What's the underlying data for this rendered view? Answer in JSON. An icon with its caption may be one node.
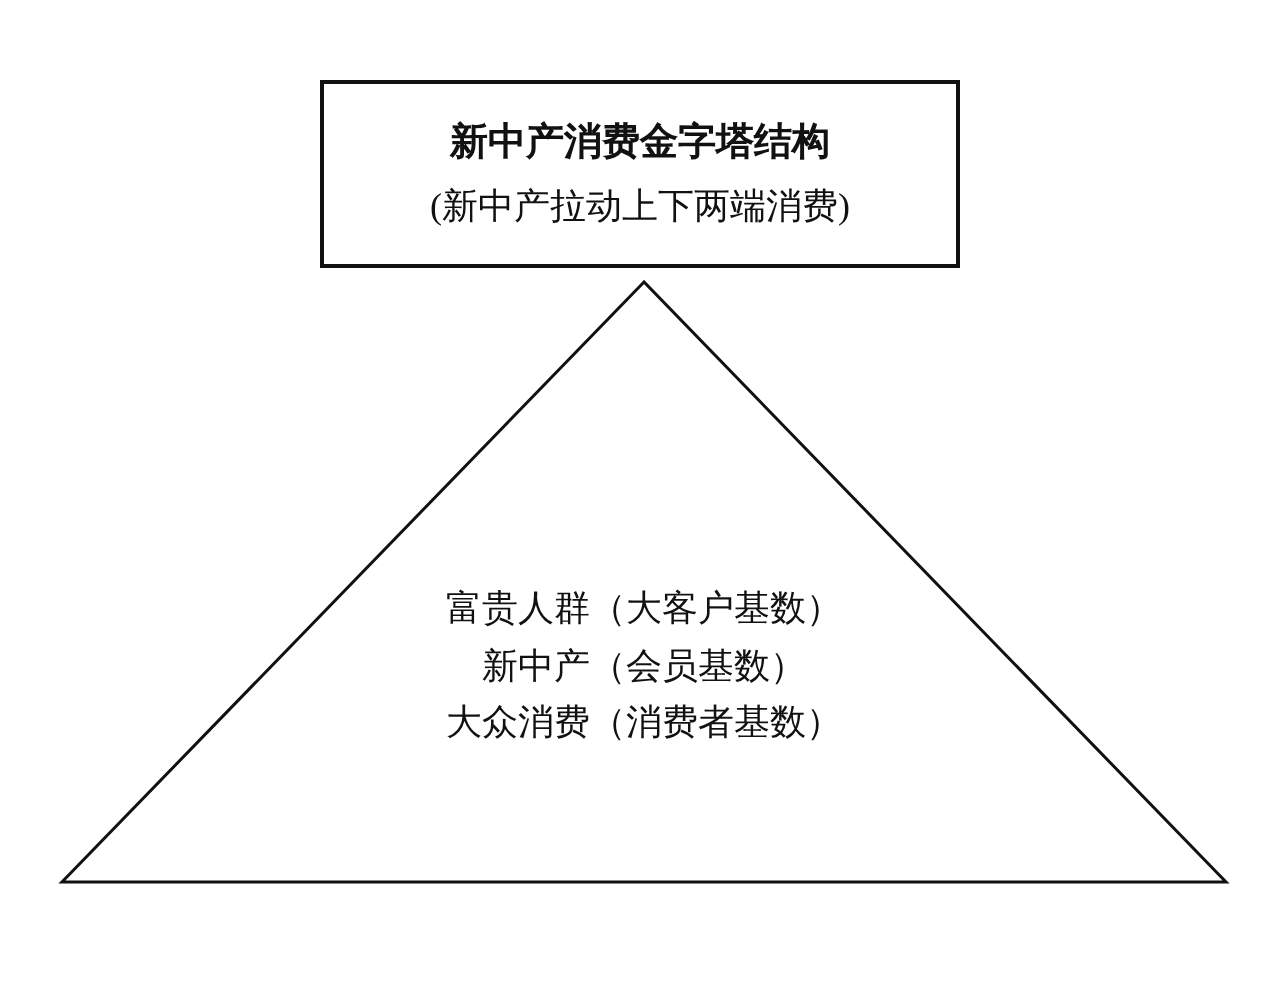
{
  "diagram": {
    "nodes": [
      {
        "text": [
          "新中产消费金字塔结构",
          "(新中产拉动上下两端消费)"
        ]
      },
      {
        "text": [
          "富贵人群（大客户基数）",
          "新中产（会员基数）",
          "大众消费（消费者基数）"
        ]
      }
    ]
  }
}
